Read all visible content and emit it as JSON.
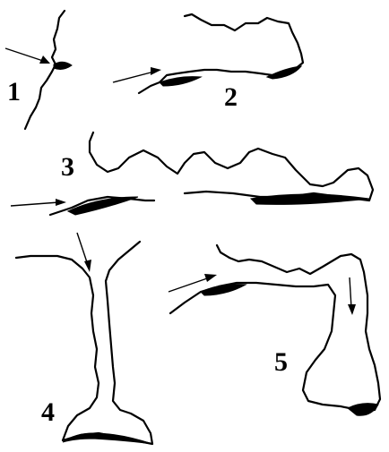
{
  "figure": {
    "panels": [
      {
        "id": "1",
        "label": "1"
      },
      {
        "id": "2",
        "label": "2"
      },
      {
        "id": "3",
        "label": "3"
      },
      {
        "id": "4",
        "label": "4"
      },
      {
        "id": "5",
        "label": "5"
      }
    ]
  }
}
